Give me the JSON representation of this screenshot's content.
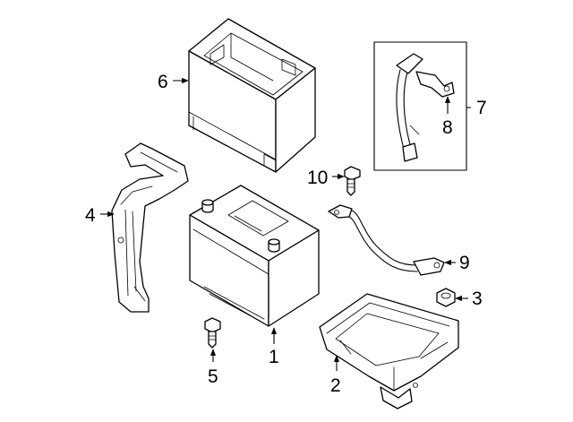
{
  "diagram": {
    "callouts": {
      "c1": "1",
      "c2": "2",
      "c3": "3",
      "c4": "4",
      "c5": "5",
      "c6": "6",
      "c7": "7",
      "c8": "8",
      "c9": "9",
      "c10": "10"
    },
    "colors": {
      "line": "#000000",
      "background": "#ffffff"
    }
  }
}
